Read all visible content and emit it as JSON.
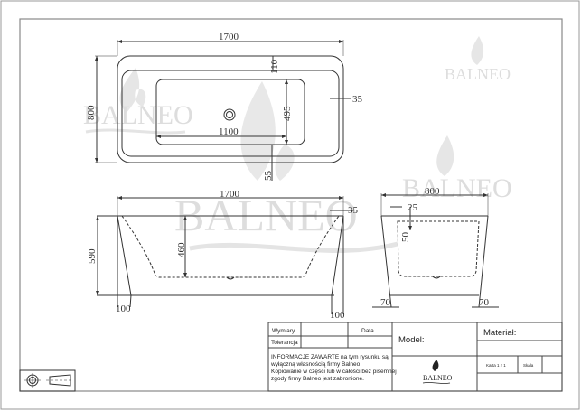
{
  "watermark": "BALNEO",
  "top_view": {
    "length": "1700",
    "width": "800",
    "rim_top": "110",
    "rim_side": "35",
    "basin_width": "495",
    "basin_length": "1100",
    "rim_bottom": "55"
  },
  "front_view": {
    "length": "1700",
    "rim": "35",
    "height": "590",
    "depth": "460",
    "leg_left": "100",
    "leg_right": "100"
  },
  "side_view": {
    "width": "800",
    "rim": "25",
    "inner": "50",
    "leg_left": "70",
    "leg_right": "70"
  },
  "title_block": {
    "wymiary": "Wymiary",
    "data": "Data",
    "tolerancja": "Tolerancja",
    "info": [
      "INFORMACJE ZAWARTE na tym rysunku są",
      "wyłączną własnością firmy Balneo",
      "Kopiowanie w części lub w całości bez pisemnej",
      "zgody firmy Balneo jest zabronione."
    ],
    "model": "Model:",
    "material": "Materiał:",
    "karta": "Karta 1 z 1",
    "skala": "Skala",
    "logo": "BALNEO"
  },
  "colors": {
    "line": "#333333",
    "frame": "#999999",
    "watermark": "#dddddd"
  }
}
